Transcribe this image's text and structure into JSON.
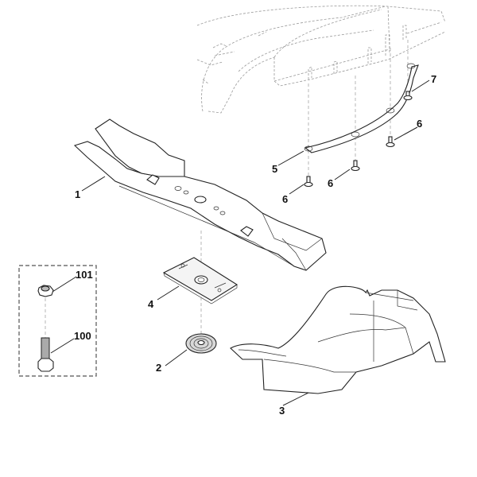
{
  "diagram": {
    "type": "exploded-parts-diagram",
    "subject": "mower cutting blade assembly",
    "callouts": [
      {
        "id": "1",
        "label": "1",
        "part": "blade"
      },
      {
        "id": "2",
        "label": "2",
        "part": "spring washer"
      },
      {
        "id": "3",
        "label": "3",
        "part": "deflector/chute"
      },
      {
        "id": "4",
        "label": "4",
        "part": "blade support plate"
      },
      {
        "id": "5",
        "label": "5",
        "part": "curved strip"
      },
      {
        "id": "6a",
        "label": "6",
        "part": "screw"
      },
      {
        "id": "6b",
        "label": "6",
        "part": "screw"
      },
      {
        "id": "6c",
        "label": "6",
        "part": "screw"
      },
      {
        "id": "7",
        "label": "7",
        "part": "screw"
      },
      {
        "id": "100",
        "label": "100",
        "part": "bolt"
      },
      {
        "id": "101",
        "label": "101",
        "part": "lock nut"
      }
    ],
    "kit_box": {
      "contains": [
        "100",
        "101"
      ]
    }
  }
}
